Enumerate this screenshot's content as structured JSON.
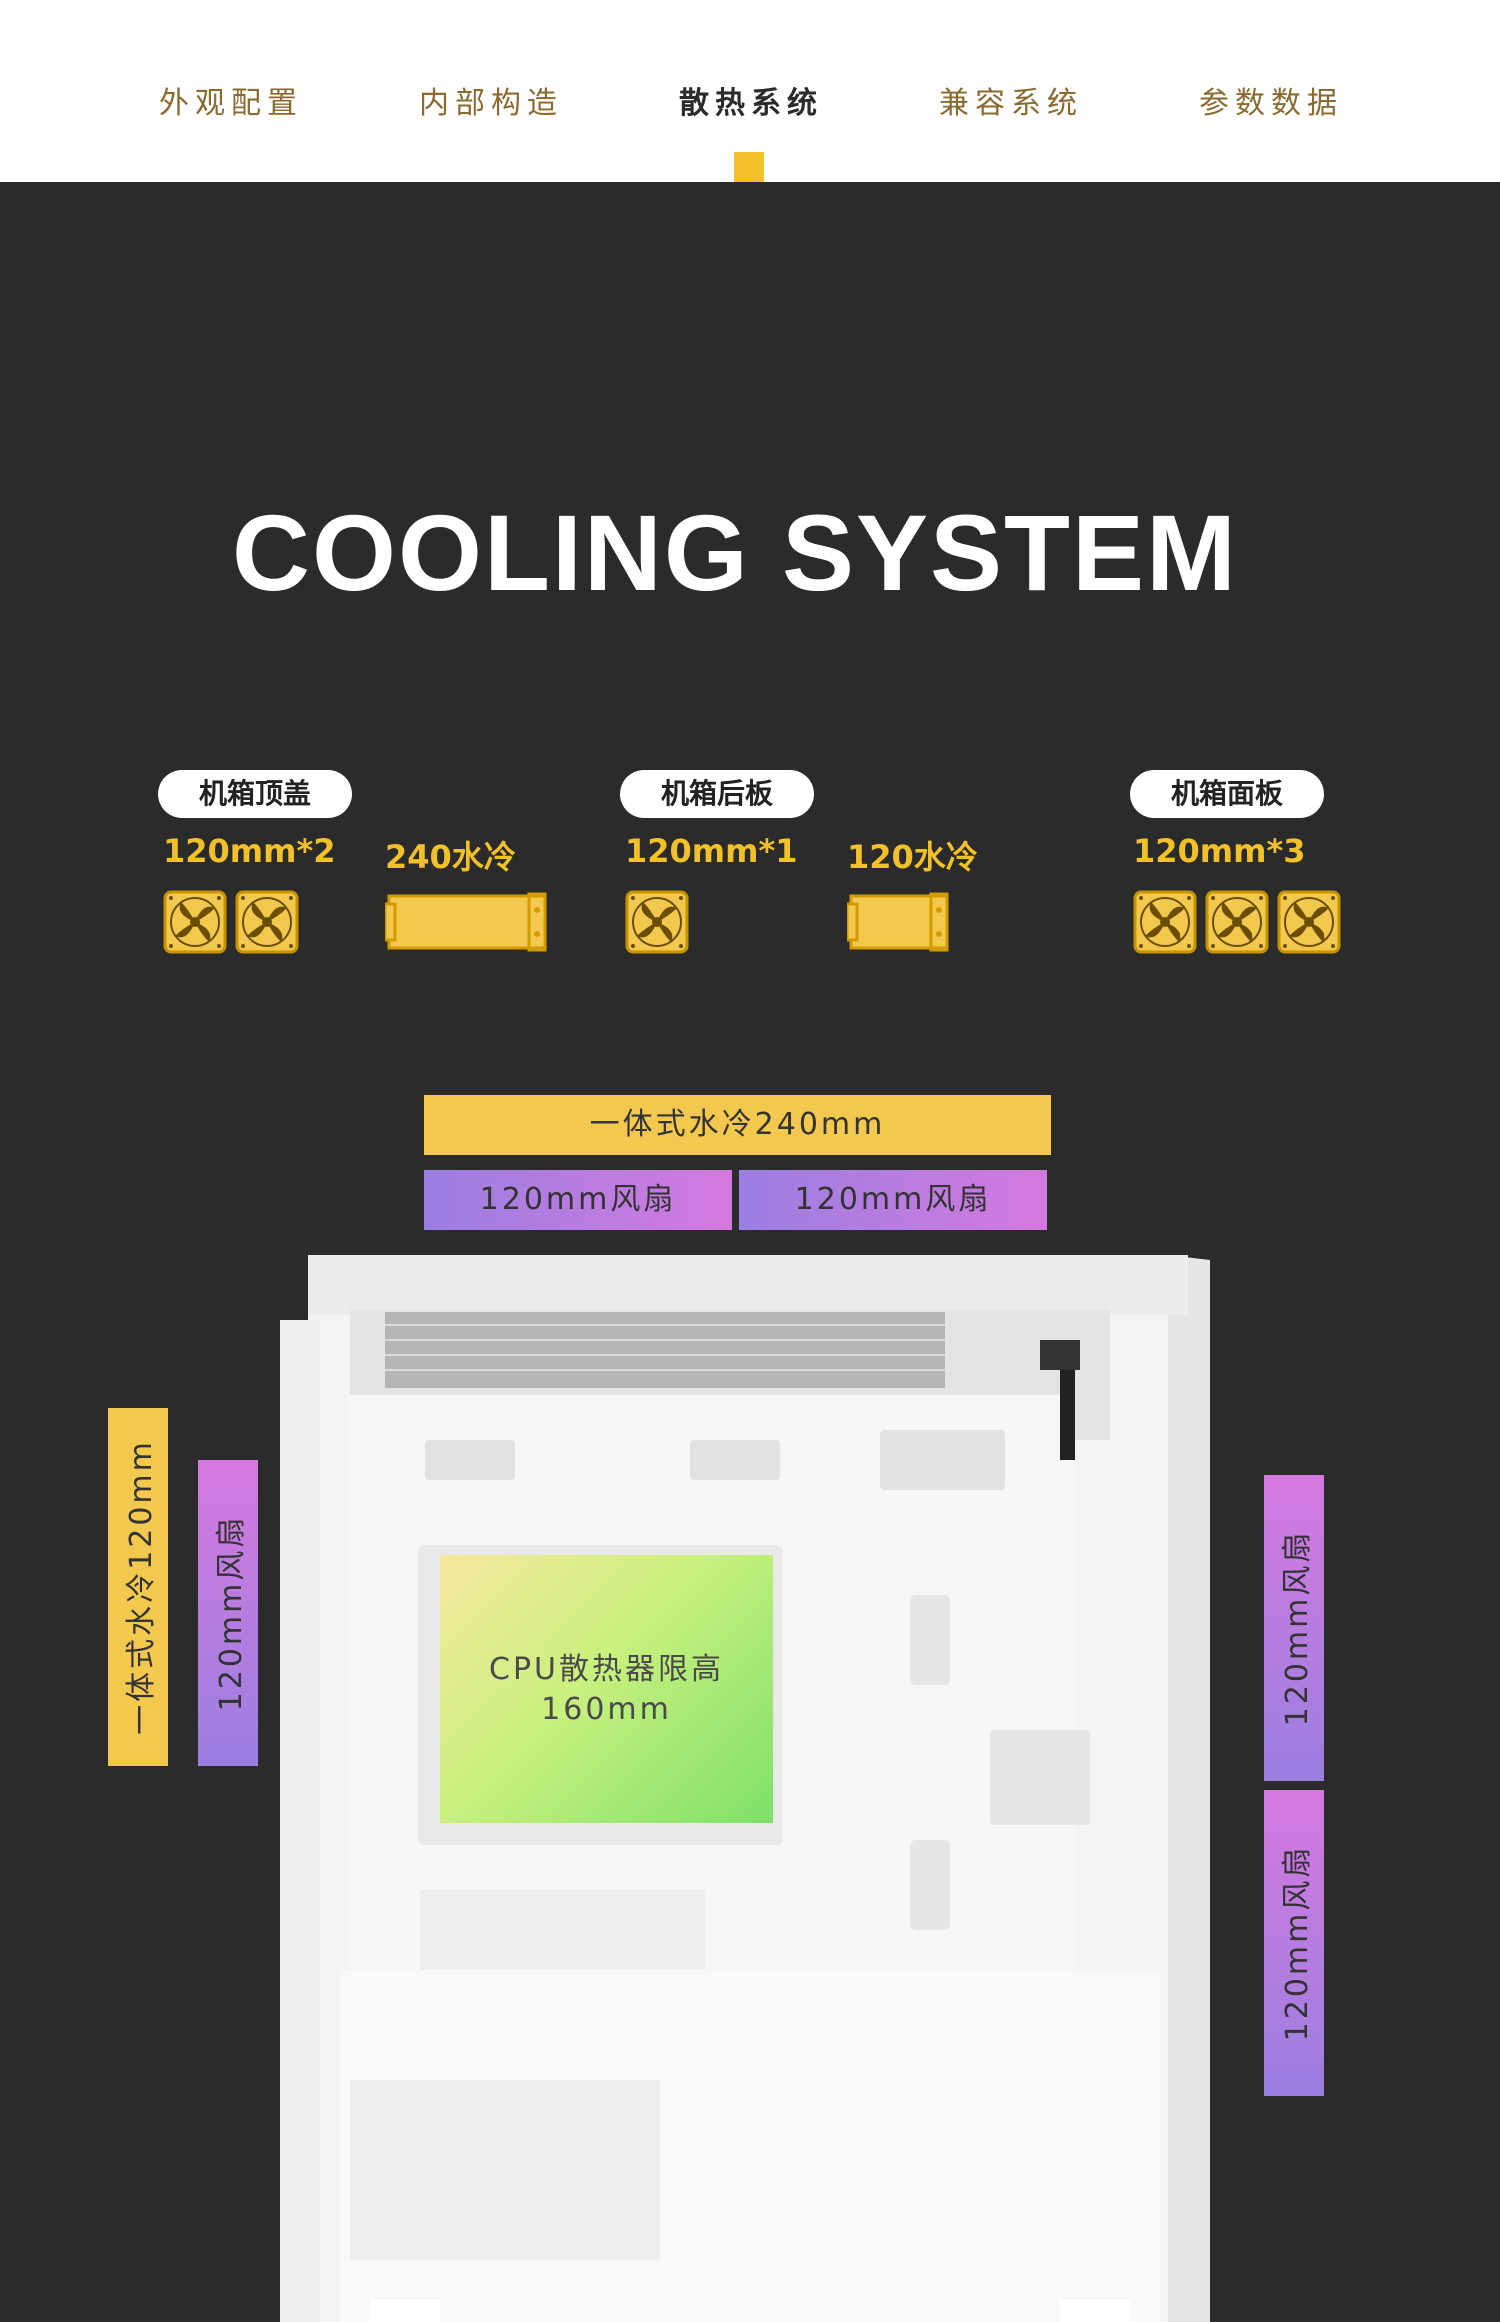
{
  "nav": {
    "tabs": [
      {
        "label": "外观配置"
      },
      {
        "label": "内部构造"
      },
      {
        "label": "散热系统",
        "active": true
      },
      {
        "label": "兼容系统"
      },
      {
        "label": "参数数据"
      }
    ]
  },
  "heading": "COOLING SYSTEM",
  "locations": [
    {
      "title": "机箱顶盖",
      "fan_spec": "120mm*2",
      "fan_count": 2,
      "rad_spec": "240水冷"
    },
    {
      "title": "机箱后板",
      "fan_spec": "120mm*1",
      "fan_count": 1,
      "rad_spec": "120水冷"
    },
    {
      "title": "机箱面板",
      "fan_spec": "120mm*3",
      "fan_count": 3
    }
  ],
  "labels": {
    "top_radiator": "一体式水冷240mm",
    "top_fan_left": "120mm风扇",
    "top_fan_right": "120mm风扇",
    "rear_radiator": "一体式水冷120mm",
    "rear_fan": "120mm风扇",
    "front_fan_upper": "120mm风扇",
    "front_fan_lower": "120mm风扇",
    "cpu_line1": "CPU散热器限高",
    "cpu_line2": "160mm"
  },
  "colors": {
    "accent": "#f2c029",
    "background": "#2b2b2b",
    "fan_gradient_start": "#9a7fe0",
    "fan_gradient_end": "#d579e0"
  },
  "icons": [
    "fan-icon",
    "radiator-icon"
  ]
}
